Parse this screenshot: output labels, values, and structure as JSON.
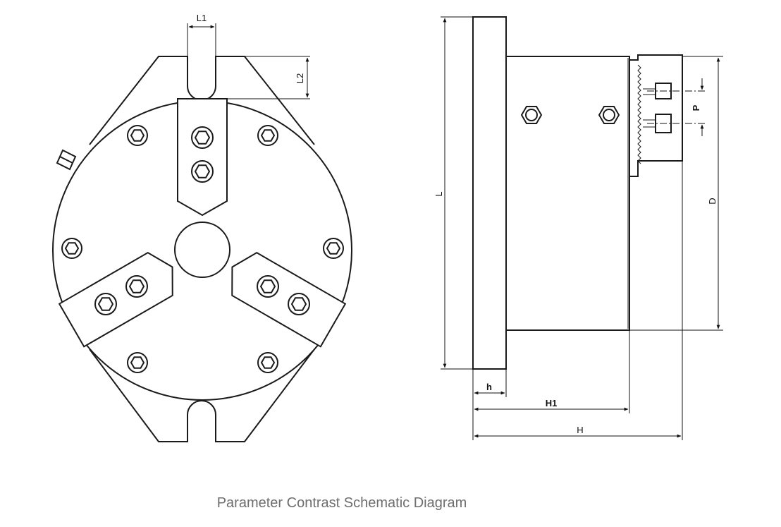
{
  "caption": "Parameter Contrast Schematic Diagram",
  "dimensions": {
    "L1": "L1",
    "L2": "L2",
    "L": "L",
    "D": "D",
    "P": "P",
    "h": "h",
    "H1": "H1",
    "H": "H"
  },
  "colors": {
    "line": "#1a1a1a",
    "caption": "#6e6e6e"
  }
}
